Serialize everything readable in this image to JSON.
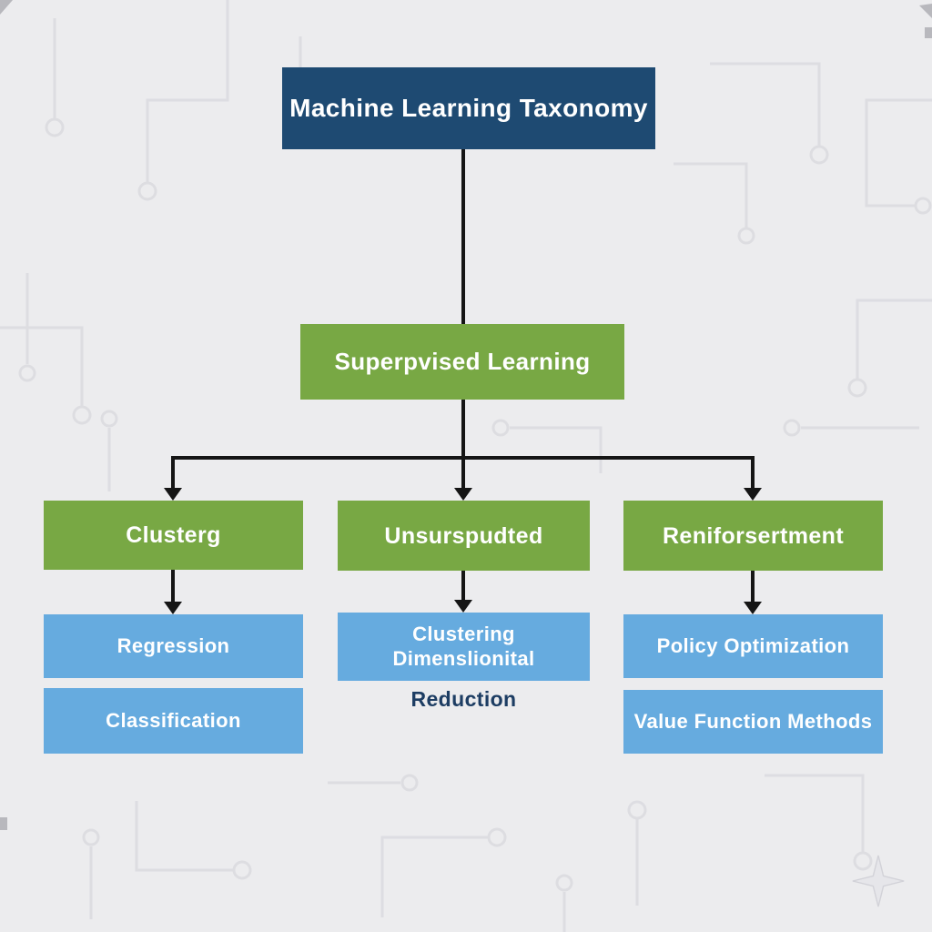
{
  "colors": {
    "background": "#ececee",
    "root_box": "#1e4a72",
    "branch_box": "#78a844",
    "child_box": "#66abdf",
    "connector": "#151515",
    "overflow_text": "#1d3d63",
    "circuit_trace": "#d8d8dd"
  },
  "diagram": {
    "root": {
      "label": "Machine Learning Taxonomy"
    },
    "level1": {
      "label": "Superpvised Learning"
    },
    "branches": [
      {
        "label": "Clusterg",
        "children": [
          {
            "label": "Regression"
          },
          {
            "label": "Classification"
          }
        ]
      },
      {
        "label": "Unsurspudted",
        "children": [
          {
            "label": "Clustering",
            "label2": "Dimenslionital"
          }
        ],
        "overflow_label": "Reduction"
      },
      {
        "label": "Reniforsertment",
        "children": [
          {
            "label": "Policy Optimization"
          },
          {
            "label": "Value Function Methods"
          }
        ]
      }
    ]
  },
  "icons": {
    "sparkle": "four-point-star"
  }
}
